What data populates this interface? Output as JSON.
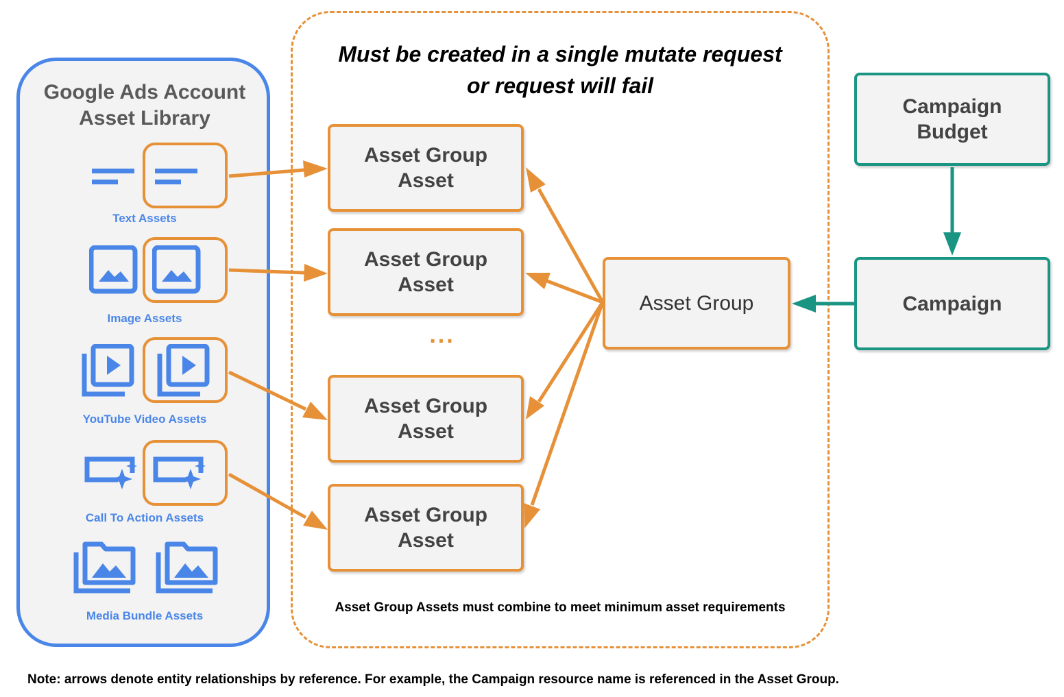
{
  "library": {
    "title": "Google Ads Account\nAsset Library",
    "asset_types": [
      {
        "label": "Text Assets",
        "icon": "text-lines-icon"
      },
      {
        "label": "Image Assets",
        "icon": "image-icon"
      },
      {
        "label": "YouTube Video  Assets",
        "icon": "video-library-icon"
      },
      {
        "label": "Call To Action Assets",
        "icon": "call-to-action-icon"
      },
      {
        "label": "Media Bundle  Assets",
        "icon": "image-folder-icon"
      }
    ]
  },
  "mutate_group": {
    "title": "Must be created in a single mutate request\nor request will fail",
    "asset_group_assets": [
      {
        "label": "Asset Group\nAsset"
      },
      {
        "label": "Asset Group\nAsset"
      },
      {
        "label": "Asset Group\nAsset"
      },
      {
        "label": "Asset Group\nAsset"
      }
    ],
    "ellipsis": "...",
    "asset_group": {
      "label": "Asset Group"
    },
    "requirement_note": "Asset Group Assets must combine to meet minimum asset requirements"
  },
  "campaign_budget": {
    "label": "Campaign\nBudget"
  },
  "campaign": {
    "label": "Campaign"
  },
  "footer_note": "Note: arrows denote entity relationships by reference. For example, the Campaign resource name is referenced in the Asset Group.",
  "colors": {
    "library_border": "#4a86e8",
    "orange": "#e69138",
    "teal": "#1a9584",
    "box_fill": "#f3f3f3"
  }
}
